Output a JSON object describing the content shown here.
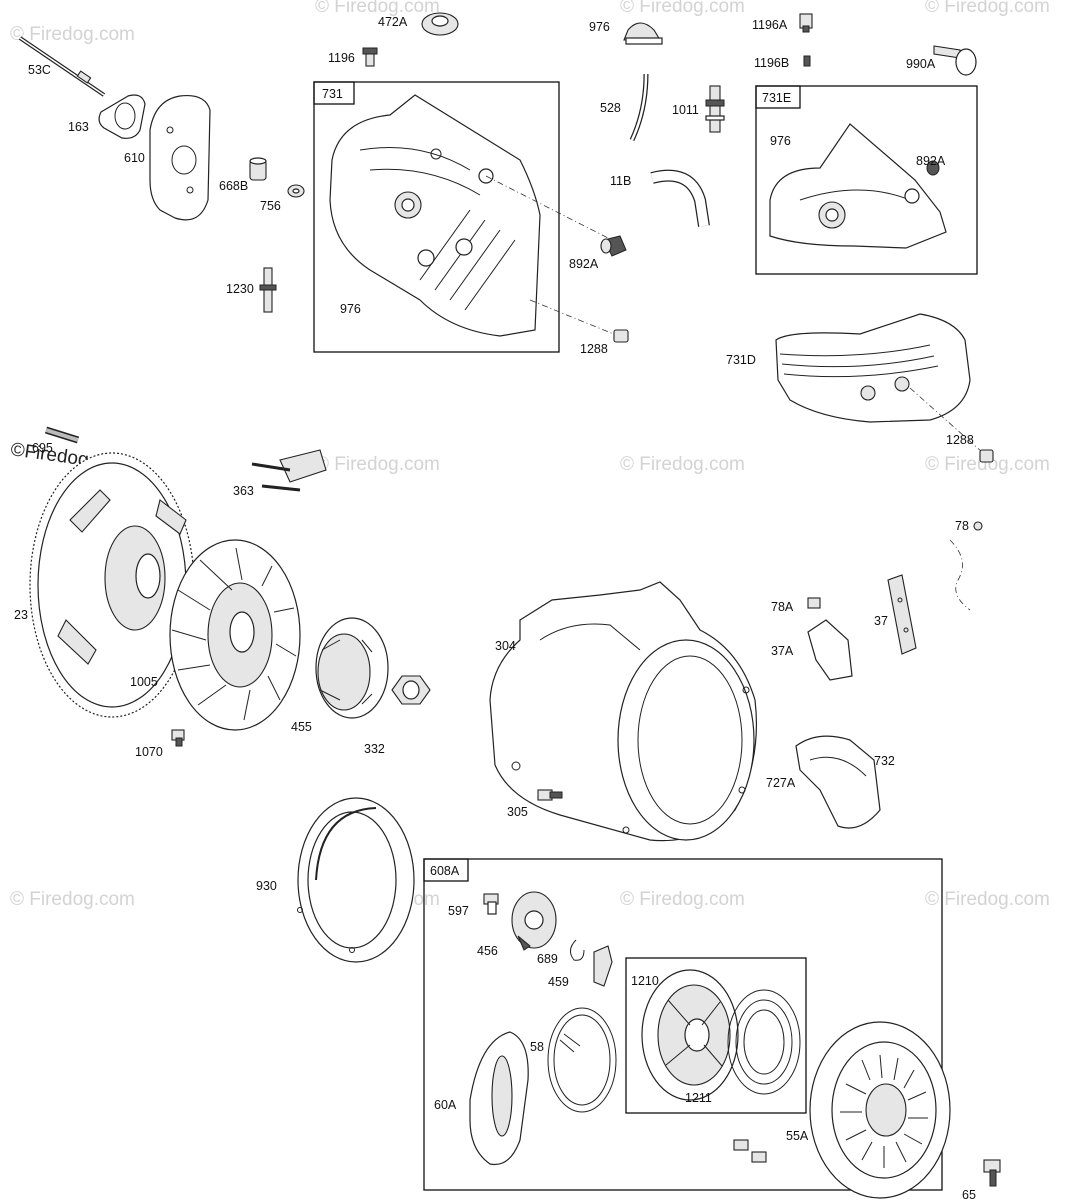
{
  "watermark": {
    "text": "© Firedog.com",
    "prominent": "©Firedog.com",
    "color": "#d3d3d3"
  },
  "labels": {
    "p53c": "53C",
    "p163": "163",
    "p610": "610",
    "p668b": "668B",
    "p756": "756",
    "p1230": "1230",
    "p472a": "472A",
    "p1196": "1196",
    "p731": "731",
    "p976a": "976",
    "p976b": "976",
    "p976c": "976",
    "p528": "528",
    "p11b": "11B",
    "p1011": "1011",
    "p892a1": "892A",
    "p1288a": "1288",
    "p1196a": "1196A",
    "p1196b": "1196B",
    "p990a": "990A",
    "p731e": "731E",
    "p892a2": "892A",
    "p731d": "731D",
    "p1288b": "1288",
    "p695": "695",
    "p363": "363",
    "p23": "23",
    "p1005": "1005",
    "p1070": "1070",
    "p455": "455",
    "p332": "332",
    "p304": "304",
    "p305": "305",
    "p78": "78",
    "p78a": "78A",
    "p37": "37",
    "p37a": "37A",
    "p732": "732",
    "p727a": "727A",
    "p930": "930",
    "p608a": "608A",
    "p597": "597",
    "p456": "456",
    "p689": "689",
    "p459": "459",
    "p1210": "1210",
    "p1211": "1211",
    "p58": "58",
    "p60a": "60A",
    "p55a": "55A",
    "p65": "65"
  }
}
